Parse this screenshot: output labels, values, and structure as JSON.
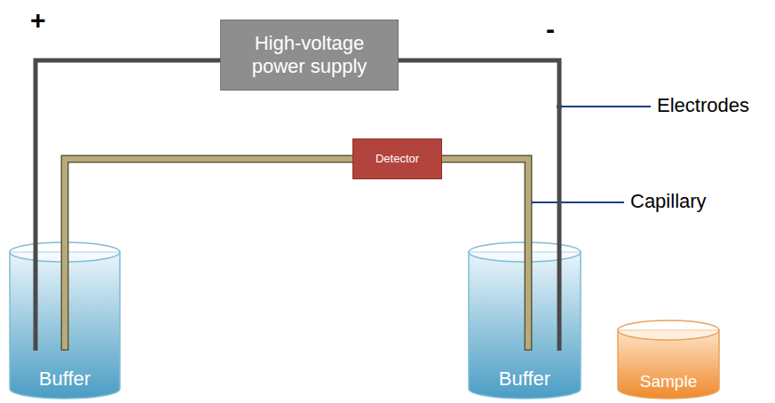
{
  "diagram": {
    "nodes": [
      {
        "text": [
          "High-voltage power supply"
        ]
      },
      {
        "text": [
          "Detector"
        ]
      },
      {
        "text": [
          "Buffer"
        ]
      },
      {
        "text": [
          "Buffer"
        ]
      },
      {
        "text": [
          "Sample"
        ]
      }
    ],
    "edges": [
      {
        "from": 0,
        "to": 2,
        "arrow": "none"
      },
      {
        "from": 0,
        "to": 3,
        "arrow": "none"
      },
      {
        "from": 2,
        "to": 1,
        "arrow": "none"
      },
      {
        "from": 1,
        "to": 3,
        "arrow": "none"
      }
    ],
    "labels": [
      "+",
      "-",
      "Electrodes",
      "Capillary"
    ]
  }
}
